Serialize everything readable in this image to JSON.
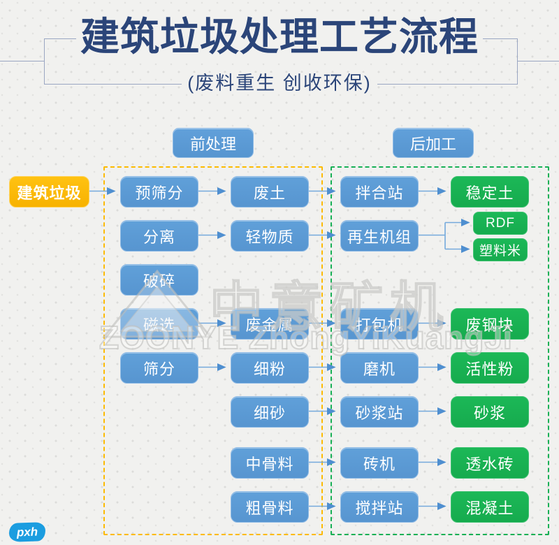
{
  "title": "建筑垃圾处理工艺流程",
  "subtitle": "(废料重生 创收环保)",
  "sections": {
    "pre": "前处理",
    "post": "后加工"
  },
  "source": {
    "label": "建筑垃圾"
  },
  "flow": {
    "pre_process": [
      "预筛分",
      "分离",
      "破碎",
      "磁选",
      "筛分"
    ],
    "intermediate": [
      "废土",
      "轻物质",
      "废金属",
      "细粉",
      "细砂",
      "中骨料",
      "粗骨料"
    ],
    "post_process": [
      "拌合站",
      "再生机组",
      "打包机",
      "磨机",
      "砂浆站",
      "砖机",
      "搅拌站"
    ],
    "products": [
      "稳定土",
      "RDF",
      "塑料米",
      "废钢块",
      "活性粉",
      "砂浆",
      "透水砖",
      "混凝土"
    ]
  },
  "watermark": {
    "cn": "中意矿机",
    "en": "ZOONYE ZhongYiKuangJi",
    "logo": "triangle-mountain-logo"
  },
  "badge": "pxh",
  "colors": {
    "blue": "#5b9bd5",
    "green": "#1ab254",
    "yellow": "#fcba00",
    "navy": "#2b4579",
    "arrow": "#74a9dc",
    "frame": "#9aa6c2",
    "badge": "#1b9de0",
    "bg": "#f1f1ef"
  }
}
